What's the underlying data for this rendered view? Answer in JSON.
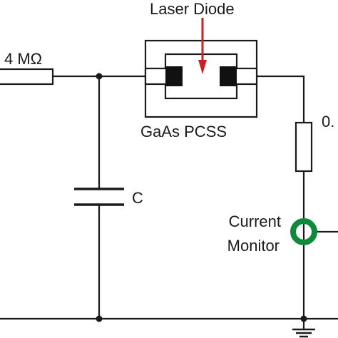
{
  "diagram": {
    "laser_label": "Laser Diode",
    "input_resistor_label": "4 MΩ",
    "switch_label": "GaAs PCSS",
    "capacitor_label": "C",
    "load_resistor_label": "0.",
    "monitor_label_line1": "Current",
    "monitor_label_line2": "Monitor"
  },
  "colors": {
    "laser_arrow": "#cc1f1f",
    "monitor_ring": "#0f8a3a",
    "wire": "#1a1a1a"
  }
}
